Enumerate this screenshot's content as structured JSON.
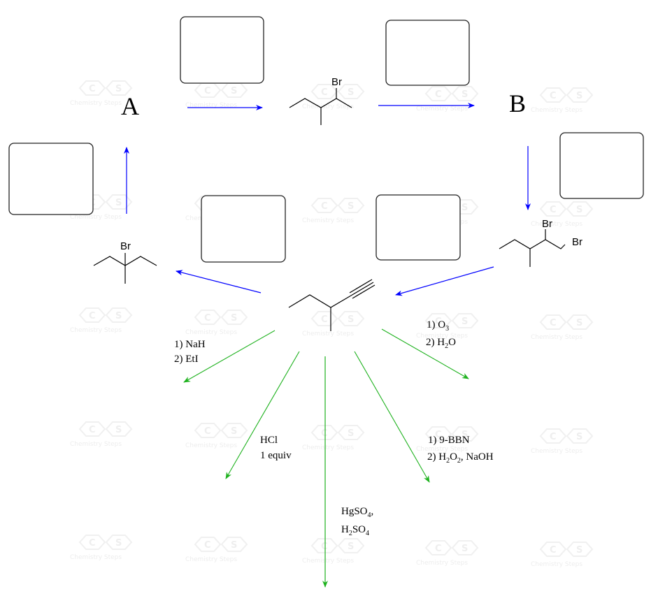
{
  "title": "Alkyne reaction map – Chemistry Steps",
  "watermark": {
    "text": "Chemistry Steps",
    "letters": [
      "C",
      "S"
    ]
  },
  "labels": {
    "A": "A",
    "B": "B"
  },
  "colors": {
    "blue_arrow": "#0000ff",
    "green_arrow": "#1fb21f",
    "box_stroke": "#222222",
    "watermark": "#eeeeee"
  },
  "molecules": {
    "top_bromide": {
      "atom": "Br"
    },
    "dibromide": {
      "atom1": "Br",
      "atom2": "Br"
    },
    "tertiary_bromide": {
      "atom": "Br"
    },
    "center_alkyne": {
      "name": "3-methylpent-1-yne"
    }
  },
  "answer_boxes": [
    "reagent-A-to-bromide",
    "reagent-bromide-to-B",
    "reagent-B-to-dibromide",
    "reagent-dibromide-to-alkyne",
    "reagent-alkyne-to-tertiary-bromide",
    "reagent-tertiary-bromide-to-A"
  ],
  "reagents": {
    "nah": {
      "l1": "1) NaH",
      "l2": "2) EtI"
    },
    "ozone": {
      "l1a": "1) O",
      "l1sub": "3",
      "l2a": "2) H",
      "l2sub": "2",
      "l2b": "O"
    },
    "hcl": {
      "l1": "HCl",
      "l2": "1 equiv"
    },
    "hg": {
      "l1a": "HgSO",
      "l1sub": "4",
      "l1b": ",",
      "l2a": "H",
      "l2sub": "2",
      "l2b": "SO",
      "l2sub2": "4"
    },
    "bbn": {
      "l1": "1) 9-BBN",
      "l2a": "2) H",
      "l2sub": "2",
      "l2b": "O",
      "l2sub2": "2",
      "l2c": ", NaOH"
    }
  }
}
